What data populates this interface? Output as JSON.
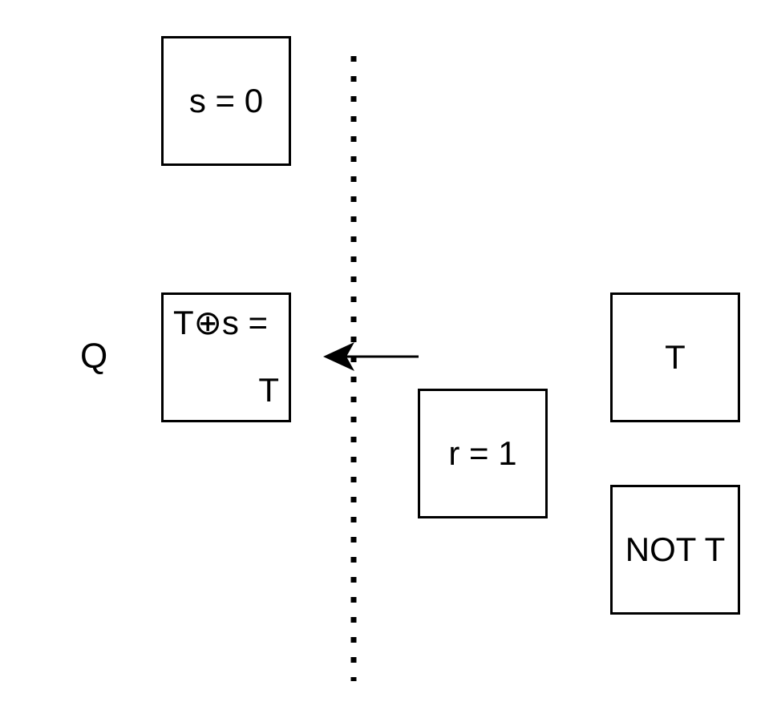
{
  "diagram": {
    "outer_label": "Q",
    "boxes": {
      "s": "s = 0",
      "q_line1": "T⊕s =",
      "q_line2": "T",
      "r": "r = 1",
      "t": "T",
      "not_t": "NOT T"
    },
    "colors": {
      "stroke": "#000000",
      "background": "#ffffff"
    }
  }
}
